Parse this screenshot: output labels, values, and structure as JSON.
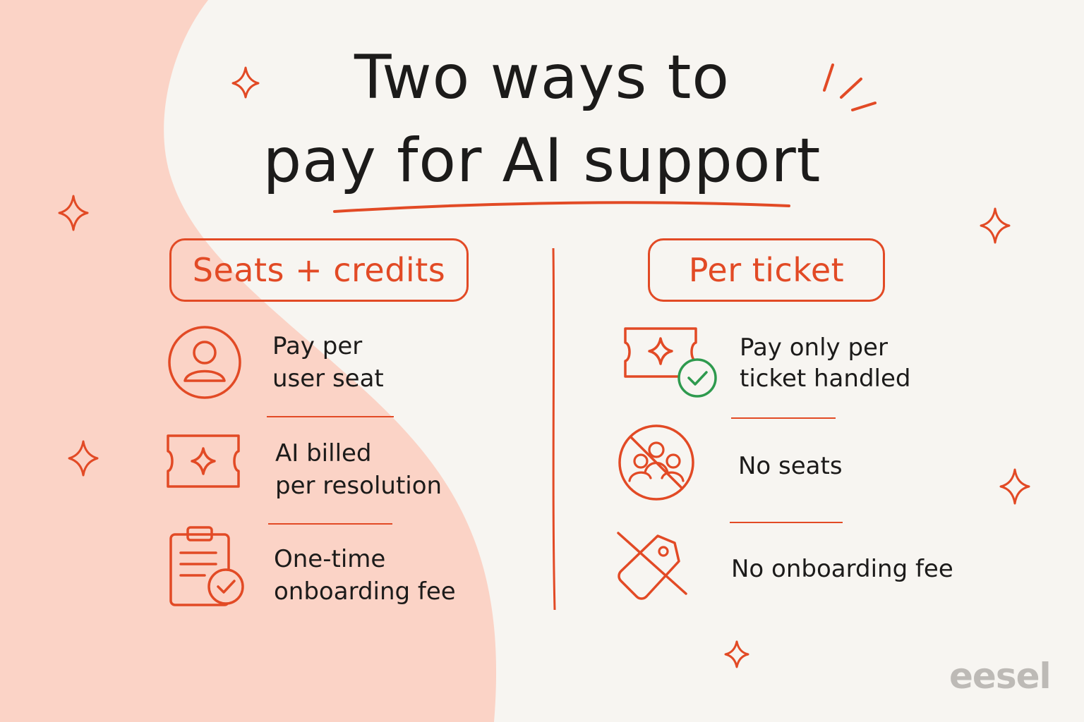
{
  "title": {
    "line1": "Two ways to",
    "line2": "pay for AI support"
  },
  "left": {
    "heading": "Seats + credits",
    "items": [
      {
        "icon": "user-icon",
        "line1": "Pay per",
        "line2": "user seat"
      },
      {
        "icon": "ticket-icon",
        "line1": "AI billed",
        "line2": "per resolution"
      },
      {
        "icon": "clipboard-check-icon",
        "line1": "One-time",
        "line2": "onboarding fee"
      }
    ]
  },
  "right": {
    "heading": "Per ticket",
    "items": [
      {
        "icon": "ticket-check-icon",
        "line1": "Pay only per",
        "line2": "ticket handled"
      },
      {
        "icon": "no-users-icon",
        "line1": "No seats"
      },
      {
        "icon": "no-tag-icon",
        "line1": "No onboarding fee"
      }
    ]
  },
  "brand": "eesel",
  "colors": {
    "accent": "#e24a25",
    "check": "#2e9a4e",
    "blob": "#fbd3c6",
    "background": "#f7f5f1"
  }
}
